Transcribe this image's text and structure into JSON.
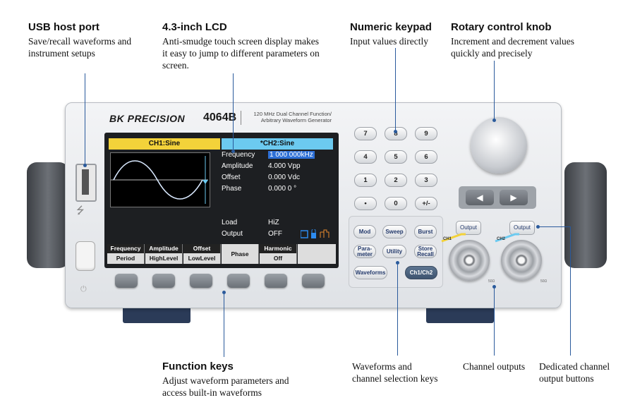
{
  "callouts": {
    "usb": {
      "title": "USB host port",
      "text": "Save/recall waveforms and instrument setups"
    },
    "lcd": {
      "title": "4.3-inch LCD",
      "text": "Anti-smudge touch screen display makes it easy to jump to different parameters on screen."
    },
    "keypad": {
      "title": "Numeric keypad",
      "text": "Input values directly"
    },
    "knob": {
      "title": "Rotary control knob",
      "text": "Increment and decrement values quickly and precisely"
    },
    "function_keys": {
      "title": "Function keys",
      "text": "Adjust waveform parameters and access built-in waveforms"
    },
    "waveform_keys": {
      "text": "Waveforms and channel selection keys"
    },
    "channel_outputs": {
      "text": "Channel outputs"
    },
    "output_buttons": {
      "text": "Dedicated channel output buttons"
    }
  },
  "instrument": {
    "brand": "BK PRECISION",
    "model": "4064B",
    "description": "120 MHz Dual Channel Function/ Arbitrary Waveform Generator"
  },
  "screen": {
    "ch1_tab": "CH1:Sine",
    "ch2_tab": "*CH2:Sine",
    "params": [
      {
        "label": "Frequency",
        "value": "1 000 000kHz"
      },
      {
        "label": "Amplitude",
        "value": "4.000 Vpp"
      },
      {
        "label": "Offset",
        "value": "0.000 Vdc"
      },
      {
        "label": "Phase",
        "value": "0.000 0 °"
      }
    ],
    "load_label": "Load",
    "load_value": "HiZ",
    "output_label": "Output",
    "output_value": "OFF",
    "softkeys": [
      {
        "top": "Frequency",
        "bottom": "Period"
      },
      {
        "top": "Amplitude",
        "bottom": "HighLevel"
      },
      {
        "top": "Offset",
        "bottom": "LowLevel"
      },
      {
        "single": "Phase"
      },
      {
        "top": "Harmonic",
        "bottom": "Off"
      }
    ]
  },
  "keypad": {
    "keys": [
      "7",
      "8",
      "9",
      "4",
      "5",
      "6",
      "1",
      "2",
      "3",
      "•",
      "0",
      "+/-"
    ]
  },
  "arrows": {
    "left": "◀",
    "right": "▶"
  },
  "wave_keys": {
    "mod": "Mod",
    "sweep": "Sweep",
    "burst": "Burst",
    "parameter_top": "Para-",
    "parameter_bottom": "meter",
    "utility": "Utility",
    "store_top": "Store",
    "store_bottom": "Recall",
    "waveforms": "Waveforms",
    "ch_select": "Ch1/Ch2"
  },
  "outputs": {
    "ch1_button": "Output",
    "ch2_button": "Output",
    "ch1_label": "CH1",
    "ch2_label": "CH2",
    "ohm1": "50Ω",
    "ohm2": "50Ω"
  },
  "colors": {
    "leader": "#2a5a9c",
    "ch1": "#f3d23a",
    "ch2": "#6ccaf0",
    "highlight": "#2d6fd6"
  }
}
